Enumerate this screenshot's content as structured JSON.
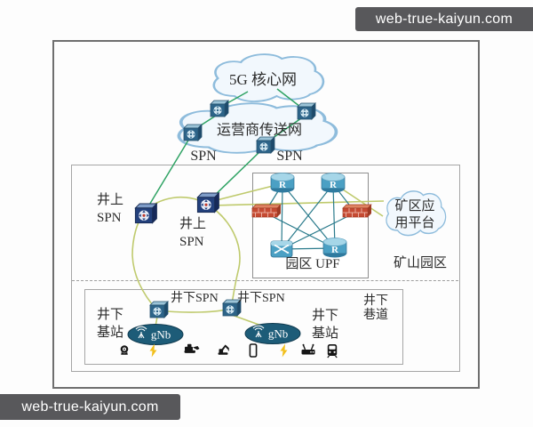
{
  "watermarks": {
    "top_right": "web-true-kaiyun.com",
    "bottom_left": "web-true-kaiyun.com"
  },
  "clouds": {
    "core": {
      "label": "5G 核心网"
    },
    "transport": {
      "label": "运营商传送网"
    },
    "app": {
      "line1": "矿区应",
      "line2": "用平台"
    }
  },
  "transport_spn": {
    "left": "SPN",
    "right": "SPN"
  },
  "surface_spn": [
    {
      "line1": "井上",
      "line2": "SPN"
    },
    {
      "line1": "井上",
      "line2": "SPN"
    }
  ],
  "upf": {
    "label": "园区 UPF",
    "router_letter": "R"
  },
  "campus_label": "矿山园区",
  "underground": {
    "spn": [
      "井下SPN",
      "井下SPN"
    ],
    "base_station": [
      {
        "line1": "井下",
        "line2": "基站"
      },
      {
        "line1": "井下",
        "line2": "基站"
      }
    ],
    "tunnel": {
      "line1": "井下",
      "line2": "巷道"
    },
    "gnb": [
      "gNb",
      "gNb"
    ],
    "icons": [
      "camera",
      "power",
      "excavator",
      "crane",
      "smartphone",
      "power",
      "wireless-router",
      "train"
    ]
  },
  "colors": {
    "green_link": "#2fa364",
    "olive_ring": "#bfca6d",
    "mesh_link": "#2b7b8c",
    "cloud_stroke": "#8ebcdc",
    "watermark_bg": "#58585b",
    "gnb_fill": "#1d5c78",
    "firewall_red": "#c54a32"
  }
}
